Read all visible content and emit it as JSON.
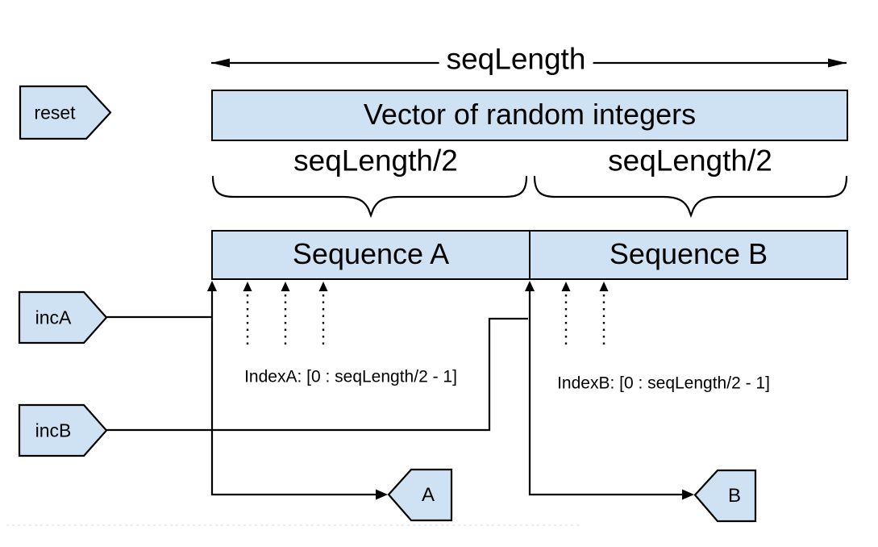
{
  "title_arrow": {
    "label": "seqLength"
  },
  "vector_box": {
    "label": "Vector of random integers"
  },
  "half_labels": {
    "left": "seqLength/2",
    "right": "seqLength/2"
  },
  "sequence_boxes": {
    "a": "Sequence A",
    "b": "Sequence B"
  },
  "index_annotations": {
    "a": "IndexA: [0 : seqLength/2 - 1]",
    "b": "IndexB: [0 : seqLength/2 - 1]"
  },
  "input_ports": {
    "reset": "reset",
    "inc_a": "incA",
    "inc_b": "incB"
  },
  "output_ports": {
    "a": "A",
    "b": "B"
  },
  "colors": {
    "shape_fill": "#cfe2f3",
    "shape_stroke": "#000000",
    "background": "#ffffff"
  }
}
